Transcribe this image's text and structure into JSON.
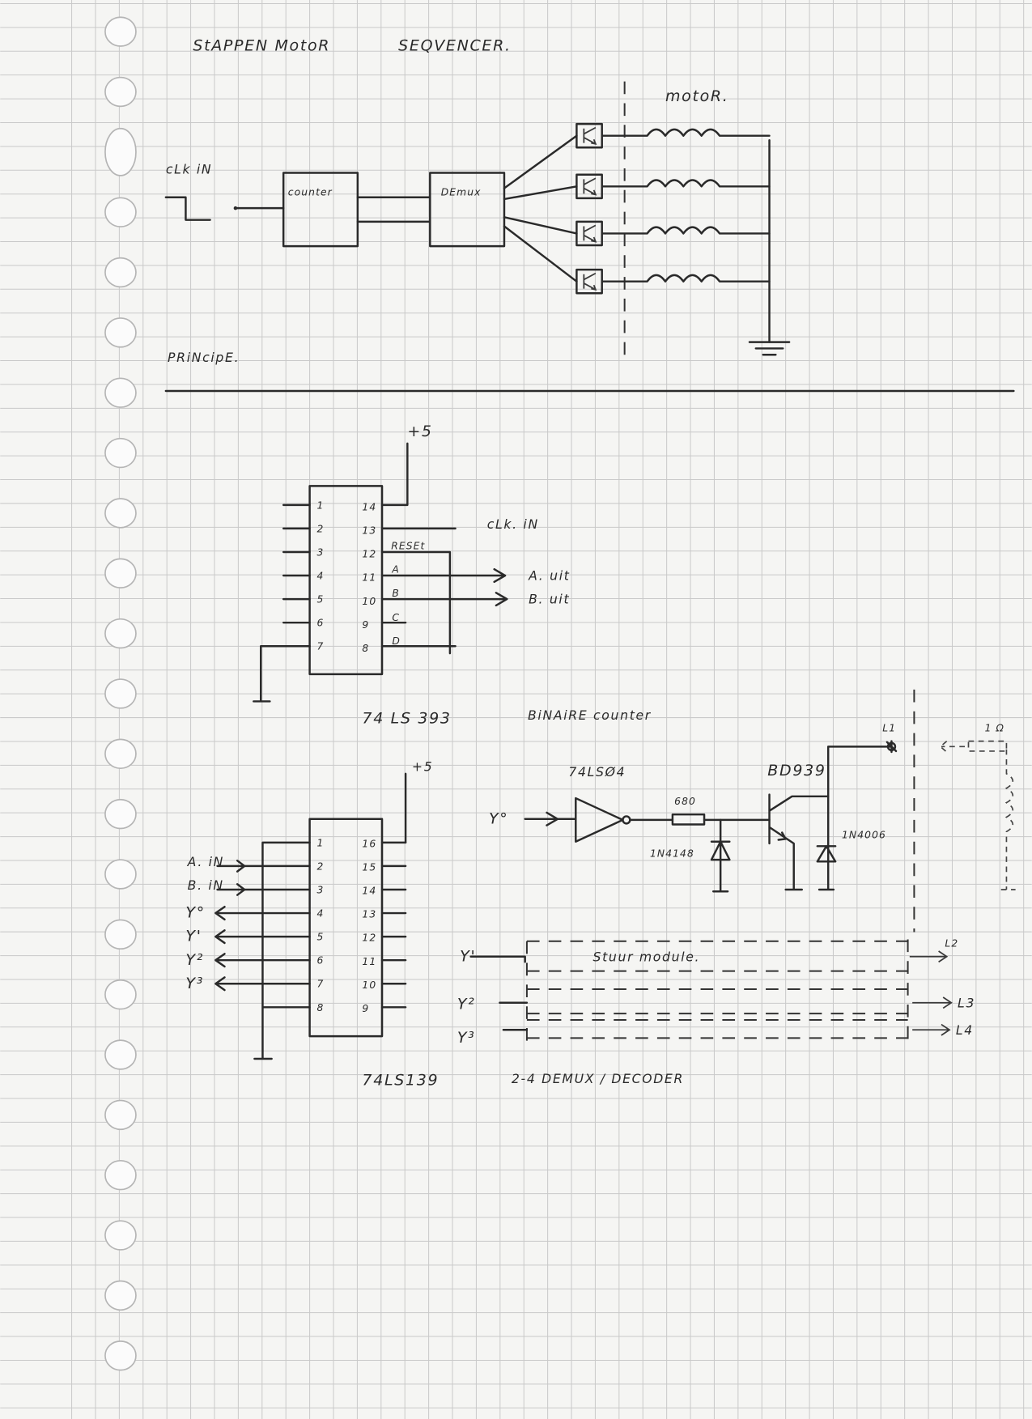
{
  "title": {
    "part1": "StAPPEN MotoR",
    "part2": "SEQVENCER."
  },
  "principle": {
    "motor_label": "motoR.",
    "clk_label": "cLk iN",
    "counter_label": "counter",
    "demux_label": "DEmux",
    "caption": "PRiNcipE."
  },
  "chip393": {
    "supply": "+5",
    "left_pins": [
      "1",
      "2",
      "3",
      "4",
      "5",
      "6",
      "7"
    ],
    "right_pins": [
      "14",
      "13",
      "12",
      "11",
      "10",
      "9",
      "8"
    ],
    "right_signals": [
      "RESEt",
      "A",
      "B",
      "C",
      "D"
    ],
    "clk_label": "cLk. iN",
    "out_a": "A.   uit",
    "out_b": "B.   uit",
    "part": "74 LS 393",
    "description": "BiNAiRE  counter"
  },
  "chip139": {
    "supply": "+5",
    "left_pins": [
      "1",
      "2",
      "3",
      "4",
      "5",
      "6",
      "7",
      "8"
    ],
    "right_pins": [
      "16",
      "15",
      "14",
      "13",
      "12",
      "11",
      "10",
      "9"
    ],
    "inputs": [
      "A. iN",
      "B. iN"
    ],
    "outputs": [
      "Y°",
      "Y'",
      "Y²",
      "Y³"
    ],
    "part": "74LS139",
    "description": "2-4  DEMUX / DECODER"
  },
  "driver": {
    "input": "Y°",
    "inverter": "74LSØ4",
    "resistor": "680",
    "diode1": "1N4148",
    "transistor": "BD939",
    "diode2": "1N4006",
    "terminal": "L1",
    "load_resistor": "1 Ω"
  },
  "module": {
    "label": "Stuur module.",
    "inputs": [
      "Y'",
      "Y²",
      "Y³"
    ],
    "outputs": [
      "L2",
      "L3",
      "L4"
    ]
  }
}
